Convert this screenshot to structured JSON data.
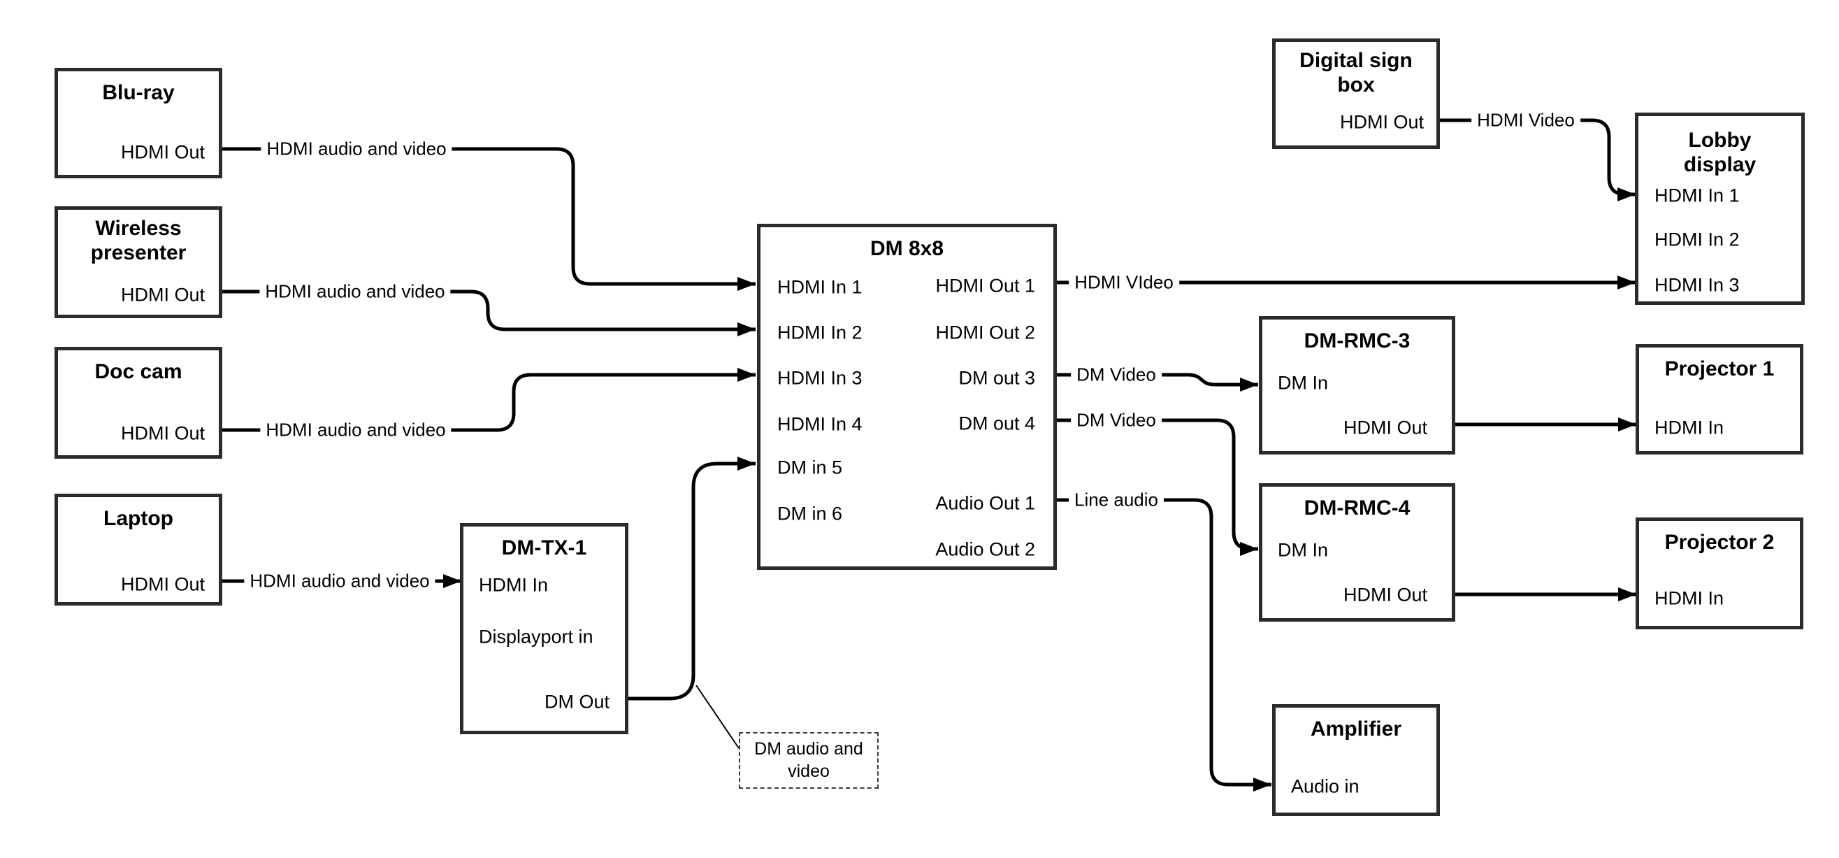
{
  "diagram": {
    "background": "#ffffff",
    "line_color": "#000000",
    "node_border_color": "#2b2b2b",
    "nodes": {
      "bluray": {
        "title": "Blu-ray",
        "ports": {
          "hdmi_out": "HDMI Out"
        }
      },
      "wireless": {
        "title": "Wireless presenter",
        "ports": {
          "hdmi_out": "HDMI Out"
        }
      },
      "doccam": {
        "title": "Doc cam",
        "ports": {
          "hdmi_out": "HDMI Out"
        }
      },
      "laptop": {
        "title": "Laptop",
        "ports": {
          "hdmi_out": "HDMI Out"
        }
      },
      "dmtx1": {
        "title": "DM-TX-1",
        "ports": {
          "hdmi_in": "HDMI In",
          "displayport_in": "Displayport in",
          "dm_out": "DM Out"
        }
      },
      "dm8x8": {
        "title": "DM 8x8",
        "ports": {
          "in1": "HDMI In 1",
          "in2": "HDMI In 2",
          "in3": "HDMI In 3",
          "in4": "HDMI In 4",
          "in5": "DM in 5",
          "in6": "DM in 6",
          "out1": "HDMI Out 1",
          "out2": "HDMI Out 2",
          "out3": "DM out 3",
          "out4": "DM out 4",
          "audio1": "Audio Out 1",
          "audio2": "Audio Out 2"
        }
      },
      "digisign": {
        "title": "Digital sign box",
        "ports": {
          "hdmi_out": "HDMI Out"
        }
      },
      "lobby": {
        "title": "Lobby display",
        "ports": {
          "in1": "HDMI In 1",
          "in2": "HDMI In 2",
          "in3": "HDMI In 3"
        }
      },
      "rmc3": {
        "title": "DM-RMC-3",
        "ports": {
          "dm_in": "DM In",
          "hdmi_out": "HDMI Out"
        }
      },
      "proj1": {
        "title": "Projector 1",
        "ports": {
          "hdmi_in": "HDMI In"
        }
      },
      "rmc4": {
        "title": "DM-RMC-4",
        "ports": {
          "dm_in": "DM In",
          "hdmi_out": "HDMI Out"
        }
      },
      "proj2": {
        "title": "Projector 2",
        "ports": {
          "hdmi_in": "HDMI In"
        }
      },
      "amp": {
        "title": "Amplifier",
        "ports": {
          "audio_in": "Audio in"
        }
      }
    },
    "edge_labels": {
      "bluray_dm8x8": "HDMI audio and video",
      "wireless_dm8x8": "HDMI audio and video",
      "doccam_dm8x8": "HDMI audio and video",
      "laptop_dmtx1": "HDMI audio and video",
      "out1_lobby": "HDMI VIdeo",
      "out3_rmc3": "DM Video",
      "out4_rmc4": "DM Video",
      "audio1_amp": "Line audio",
      "digisign_lobby": "HDMI Video"
    },
    "note": {
      "text": "DM audio and video"
    }
  }
}
